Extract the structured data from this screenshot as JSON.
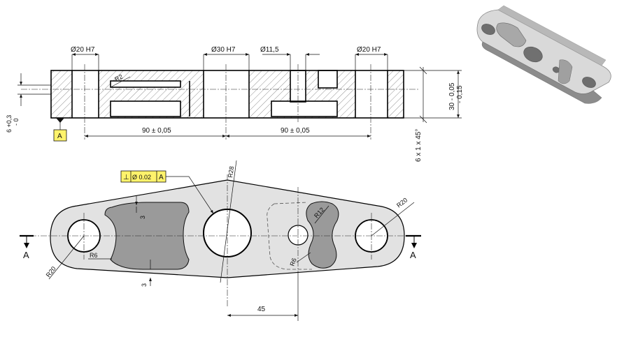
{
  "section_view": {
    "dim_bore_left": "Ø20 H7",
    "dim_bore_center": "Ø30 H7",
    "dim_hole_small": "Ø11,5",
    "dim_bore_right": "Ø20 H7",
    "radius_label": "R2",
    "pitch_left": "90 ± 0,05",
    "pitch_right": "90 ± 0,05",
    "height_tolerance": "30 - 0,05\n  - 0,15",
    "height_tol_top": "30 - 0,05",
    "height_tol_bottom": "- 0,15",
    "chamfer_label": "6 x 1 x 45°",
    "pocket_depth_top": "6 +0,3",
    "pocket_depth_bottom": "- 0",
    "datum_label": "A"
  },
  "plan_view": {
    "gdt_symbol": "⊥",
    "gdt_tolerance": "Ø 0.02",
    "gdt_datum": "A",
    "r28": "R28",
    "r20_top_right": "R20",
    "r20_bottom_left": "R20",
    "r12": "R12",
    "r6_left": "R6",
    "r6_right": "R6",
    "wall_3_top": "3",
    "wall_3_bottom": "3",
    "dim_45": "45",
    "section_mark_left": "A",
    "section_mark_right": "A"
  },
  "colors": {
    "gdt_fill": "#fff36b",
    "pocket_fill": "#9a9a9a",
    "body_fill": "#e2e2e2",
    "hatch": "#777777"
  }
}
